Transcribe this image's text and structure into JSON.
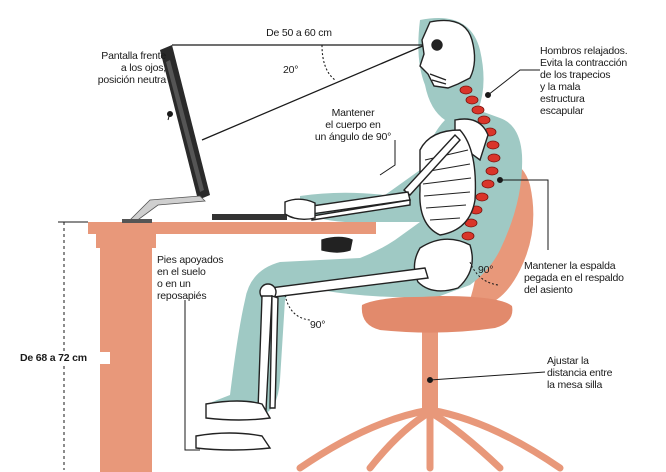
{
  "colors": {
    "body_silhouette": "#9fc9c4",
    "furniture_salmon": "#e8987a",
    "chair_seat": "#e28a6c",
    "neck_spine_highlight": "#d9352a",
    "bone_fill": "#ffffff",
    "bone_outline": "#222222",
    "monitor": "#2a2a2a",
    "dim_lines": "#1a1a1a"
  },
  "icons": {
    "monitor": "monitor-icon",
    "skeleton": "skeleton-figure",
    "chair": "office-chair",
    "desk": "desk"
  },
  "labels": {
    "screen_distance": "De 50 a 60 cm",
    "screen_angle": "20°",
    "screen": "Pantalla frente\na los ojos,\nposición neutra",
    "shoulders": "Hombros relajados.\nEvita la contracción\nde los trapecios\ny la mala\nestructura\nescapular",
    "body_angle": "Mantener\nel cuerpo en\nun ángulo de 90°",
    "feet": "Pies apoyados\nen el suelo\no en un\nreposapiés",
    "knee_angle": "90°",
    "hip_angle": "90°",
    "back": "Mantener la espalda\npegada en el respaldo\ndel asiento",
    "desk_height": "De 68 a 72 cm",
    "chair_distance": "Ajustar la\ndistancia entre\nla mesa silla"
  }
}
